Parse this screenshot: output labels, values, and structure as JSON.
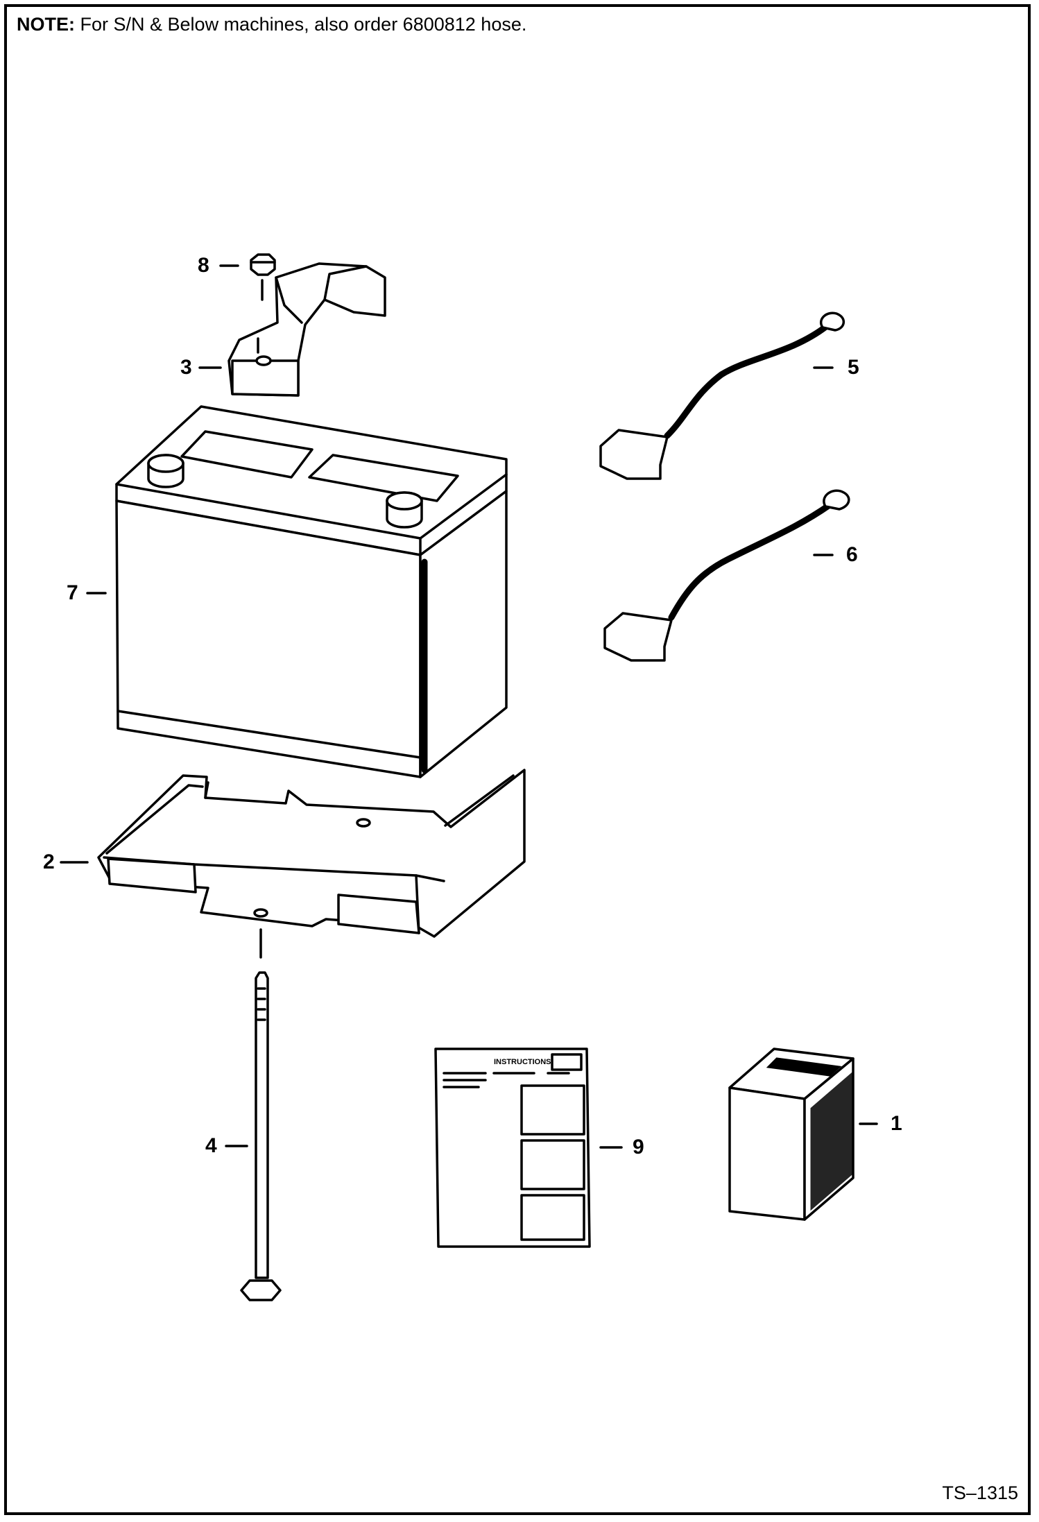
{
  "note": {
    "label": "NOTE:",
    "text": " For S/N & Below machines, also order 6800812 hose."
  },
  "figure_code": "TS–1315",
  "callouts": {
    "c1": "1",
    "c2": "2",
    "c3": "3",
    "c4": "4",
    "c5": "5",
    "c6": "6",
    "c7": "7",
    "c8": "8",
    "c9": "9"
  },
  "instructions_sheet": {
    "heading": "INSTRUCTIONS"
  }
}
